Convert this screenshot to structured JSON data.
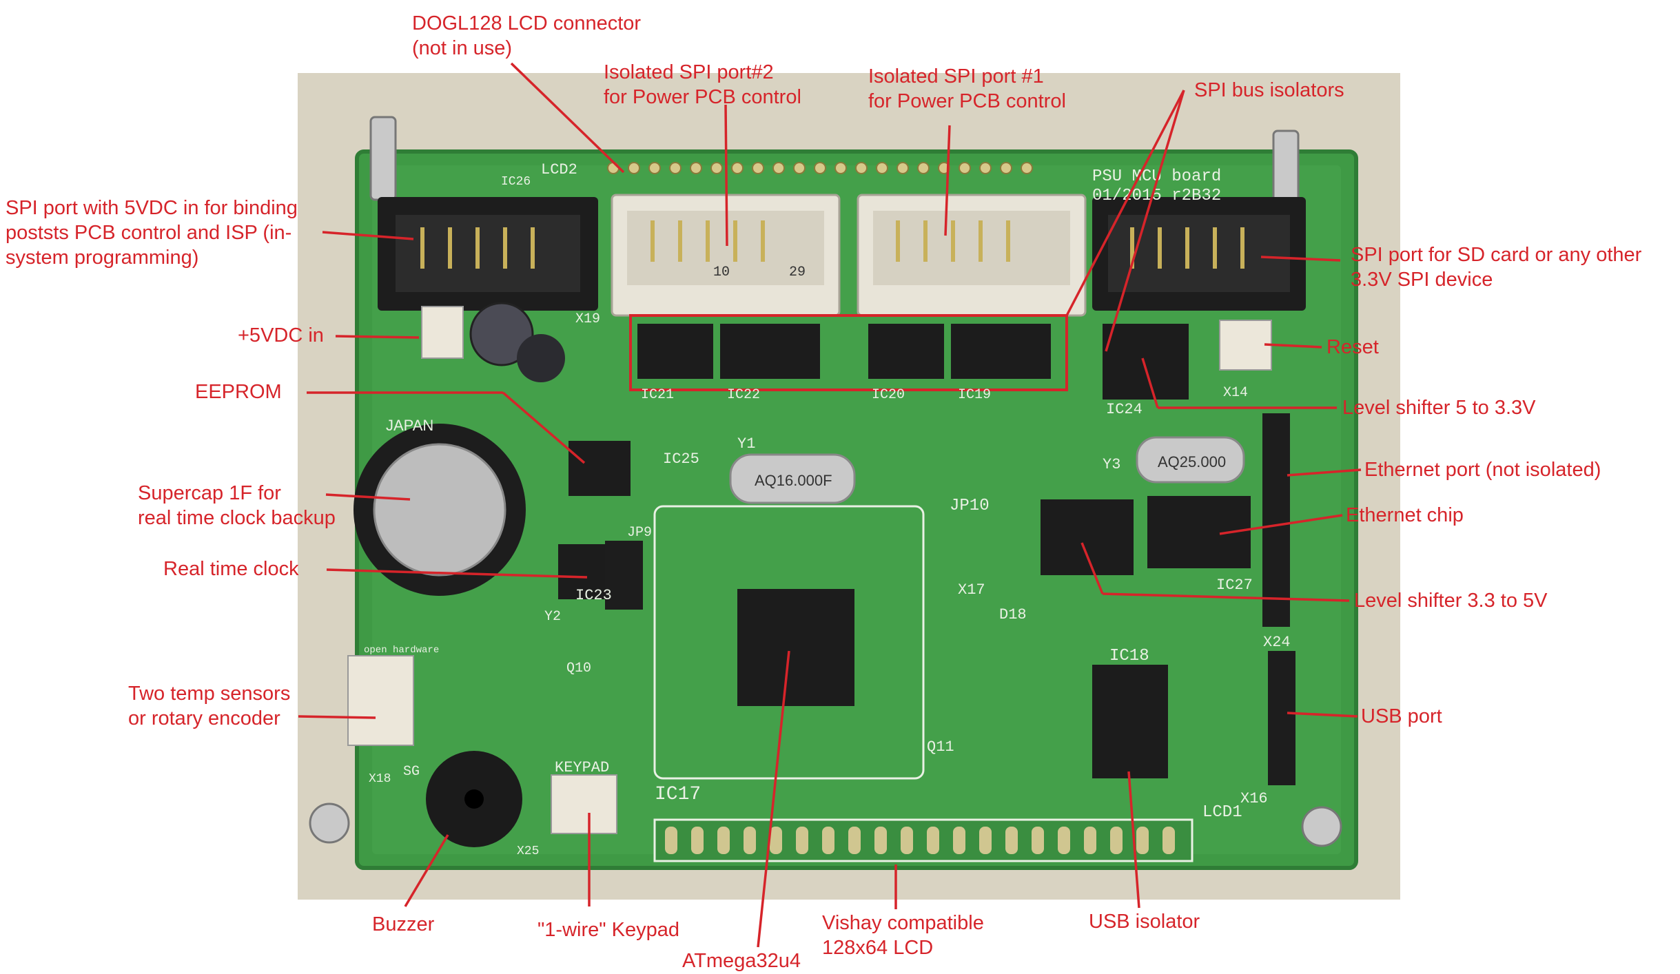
{
  "labels": {
    "dogl_lcd": [
      "DOGL128 LCD connector",
      "(not in use)"
    ],
    "spi_iso_2": [
      "Isolated SPI port#2",
      "for Power PCB control"
    ],
    "spi_iso_1": [
      "Isolated SPI port #1",
      "for Power PCB control"
    ],
    "spi_bus_isolators": [
      "SPI bus isolators"
    ],
    "spi_5v": [
      "SPI port with 5VDC in for binding",
      "poststs PCB control and ISP (in-",
      "system programming)"
    ],
    "spi_sd": [
      "SPI port for SD card or any other",
      "3.3V SPI device"
    ],
    "power_in": [
      "+5VDC in"
    ],
    "reset": [
      "Reset"
    ],
    "eeprom": [
      "EEPROM"
    ],
    "level_5_33": [
      "Level shifter 5 to 3.3V"
    ],
    "ethernet_port": [
      "Ethernet port (not isolated)"
    ],
    "supercap": [
      "Supercap 1F for",
      "real time clock backup"
    ],
    "ethernet_chip": [
      "Ethernet chip"
    ],
    "rtc": [
      "Real time clock"
    ],
    "level_33_5": [
      "Level shifter 3.3 to 5V"
    ],
    "temp_sensors": [
      "Two temp sensors",
      "or rotary encoder"
    ],
    "usb_port": [
      "USB port"
    ],
    "buzzer": [
      "Buzzer"
    ],
    "keypad": [
      "\"1-wire\" Keypad"
    ],
    "lcd": [
      "Vishay compatible",
      "128x64 LCD"
    ],
    "usb_isolator": [
      "USB isolator"
    ],
    "mcu": [
      "ATmega32u4"
    ]
  },
  "board": {
    "title_line1": "PSU MCU board",
    "title_line2": "01/2015  r2B32",
    "silk": {
      "lcd2": "LCD2",
      "lcd1": "LCD1",
      "ic17": "IC17",
      "ic18": "IC18",
      "ic24": "IC24",
      "ic27": "IC27",
      "ic25": "IC25",
      "ic23": "IC23",
      "ic26": "IC26",
      "ic21": "IC21",
      "ic22": "IC22",
      "ic20": "IC20",
      "ic19": "IC19",
      "x19": "X19",
      "x14": "X14",
      "x24": "X24",
      "x16": "X16",
      "x17": "X17",
      "x18": "X18",
      "x25": "X25",
      "keypad": "KEYPAD",
      "y1": "Y1",
      "y2": "Y2",
      "y3": "Y3",
      "jp10": "JP10",
      "jp9": "JP9",
      "d18": "D18",
      "q10": "Q10",
      "q11": "Q11",
      "sg": "SG",
      "open_hw": "open hardware"
    },
    "crystal1": "AQ16.000F",
    "crystal2": "AQ25.000",
    "supercap_text": "JAPAN",
    "header_num": "10",
    "header_num2": "29"
  },
  "colors": {
    "label": "#d6242a",
    "pcb": "#3f9a45",
    "pcb_dark": "#2f7d36",
    "silk": "#e9f1e4",
    "connector_black": "#1d1d1d",
    "connector_white": "#e8e4d8",
    "chip": "#1c1c1c",
    "background_photo": "#d9d3c2"
  }
}
